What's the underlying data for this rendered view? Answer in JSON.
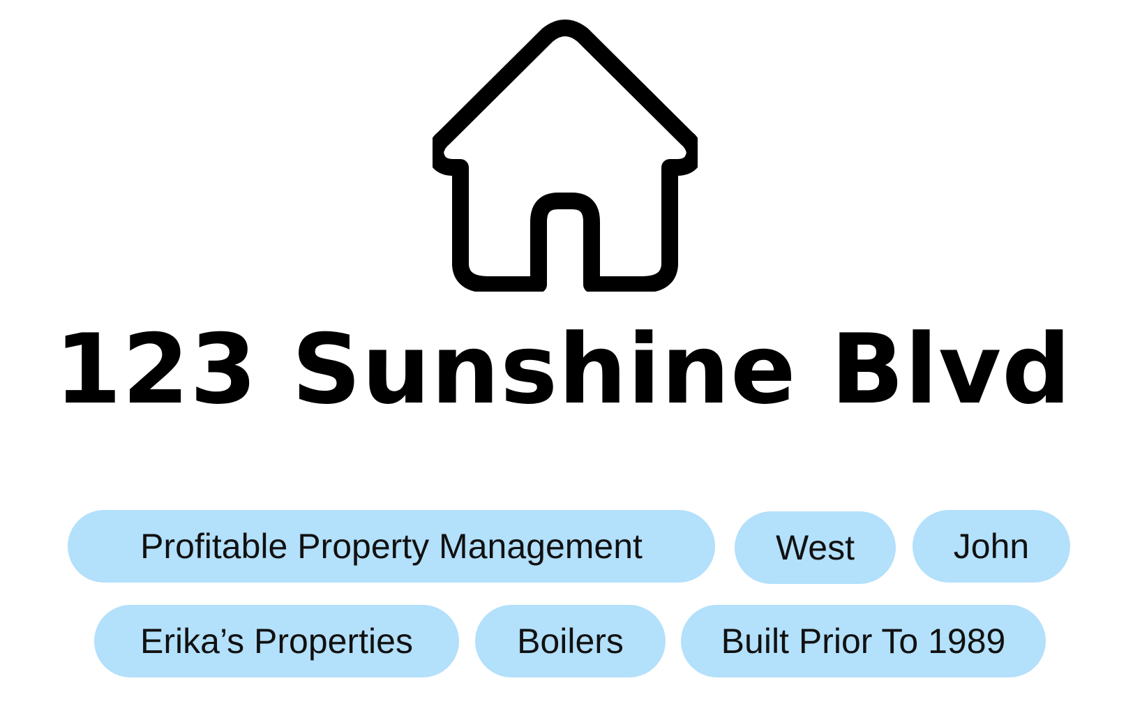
{
  "property": {
    "icon": "house-icon",
    "address": "123 Sunshine Blvd"
  },
  "tags": [
    {
      "label": "Profitable Property Management"
    },
    {
      "label": "West"
    },
    {
      "label": "John"
    },
    {
      "label": "Erika’s Properties"
    },
    {
      "label": "Boilers"
    },
    {
      "label": "Built Prior To 1989"
    }
  ],
  "colors": {
    "tag_background": "#b3e0fb",
    "title_text": "#000000",
    "icon_stroke": "#000000"
  }
}
